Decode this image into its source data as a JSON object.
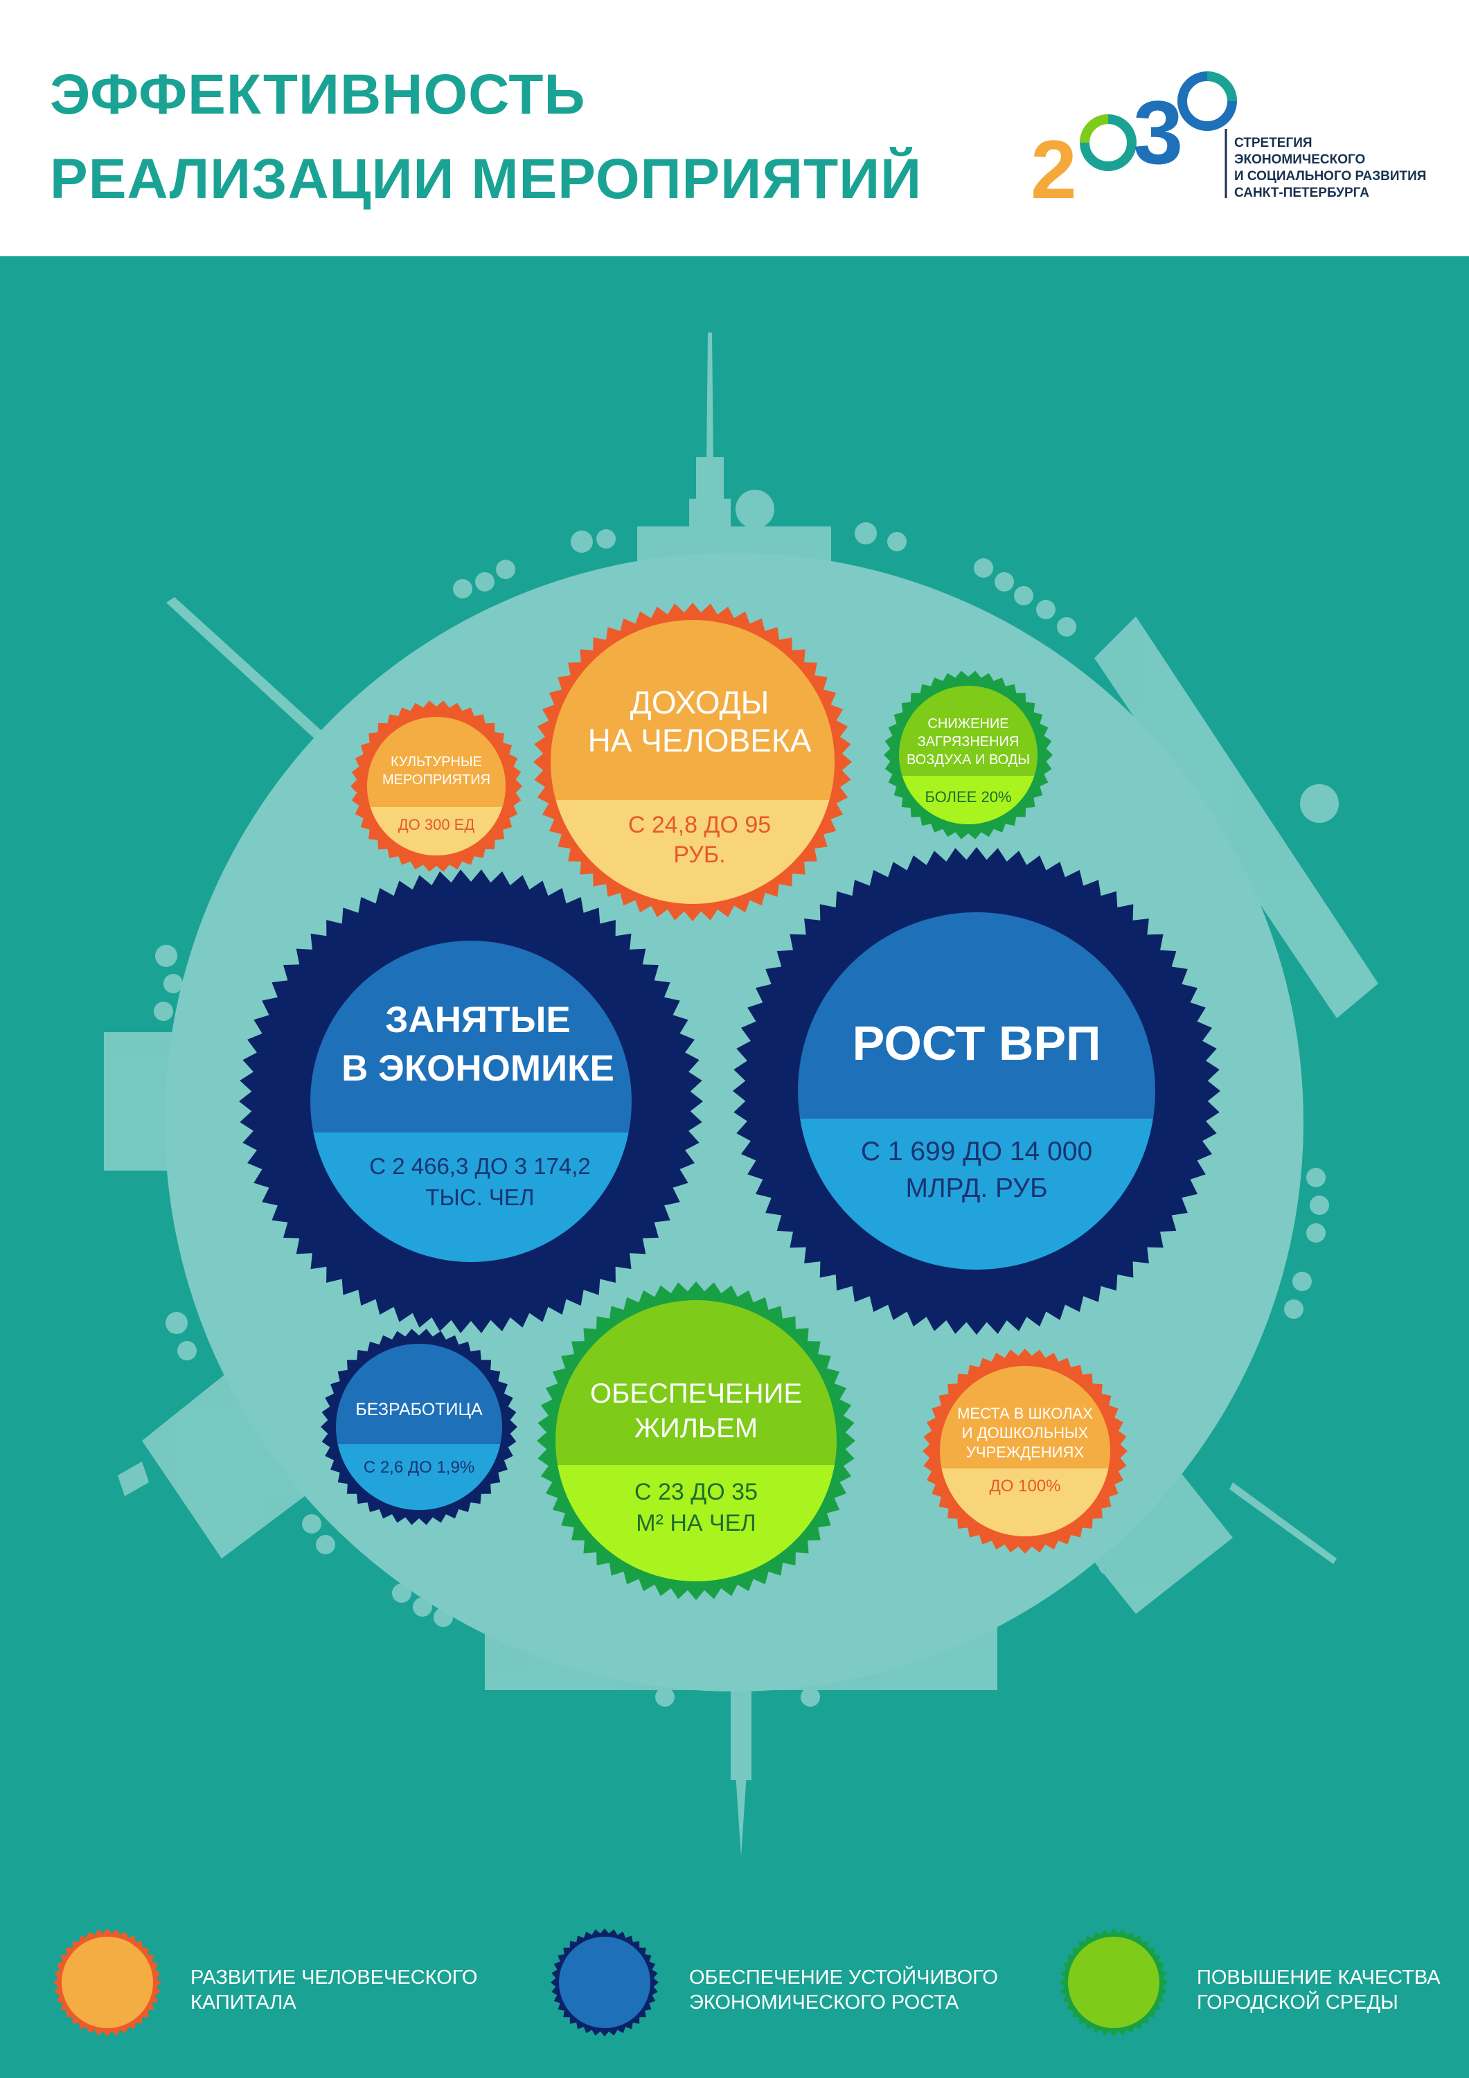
{
  "header": {
    "title_line1": "ЭФФЕКТИВНОСТЬ",
    "title_line2": "РЕАЛИЗАЦИИ МЕРОПРИЯТИЙ",
    "logo": {
      "year_digits": [
        "2",
        "0",
        "3",
        "0"
      ],
      "text_lines": [
        "СТРЕТЕГИЯ",
        "ЭКОНОМИЧЕСКОГО",
        "И СОЦИАЛЬНОГО РАЗВИТИЯ",
        "САНКТ-ПЕТЕРБУРГА"
      ]
    }
  },
  "gears": {
    "vrp": {
      "title": "РОСТ ВРП",
      "value_lines": [
        "С 1 699 ДО 14 000",
        "МЛРД. РУБ"
      ]
    },
    "employed": {
      "title_lines": [
        "ЗАНЯТЫЕ",
        "В ЭКОНОМИКЕ"
      ],
      "value_lines": [
        "С 2 466,3 ДО 3 174,2",
        "ТЫС. ЧЕЛ"
      ]
    },
    "income": {
      "title_lines": [
        "ДОХОДЫ",
        "НА ЧЕЛОВЕКА"
      ],
      "value_lines": [
        "С 24,8 ДО 95",
        "РУБ."
      ]
    },
    "culture": {
      "title_lines": [
        "КУЛЬТУРНЫЕ",
        "МЕРОПРИЯТИЯ"
      ],
      "value": "ДО 300 ЕД"
    },
    "pollution": {
      "title_lines": [
        "СНИЖЕНИЕ",
        "ЗАГРЯЗНЕНИЯ",
        "ВОЗДУХА И ВОДЫ"
      ],
      "value": "БОЛЕЕ 20%"
    },
    "housing": {
      "title_lines": [
        "ОБЕСПЕЧЕНИЕ",
        "ЖИЛЬЕМ"
      ],
      "value_lines": [
        "С 23 ДО 35",
        "М² НА ЧЕЛ"
      ]
    },
    "unemployment": {
      "title": "БЕЗРАБОТИЦА",
      "value": "С 2,6 ДО 1,9%"
    },
    "schools": {
      "title_lines": [
        "МЕСТА В ШКОЛАХ",
        "И ДОШКОЛЬНЫХ",
        "УЧРЕЖДЕНИЯХ"
      ],
      "value": "ДО 100%"
    }
  },
  "legend": [
    {
      "lines": [
        "РАЗВИТИЕ ЧЕЛОВЕЧЕСКОГО",
        "КАПИТАЛА"
      ],
      "fill": "#f4ad42",
      "ring": "#ee5b2b"
    },
    {
      "lines": [
        "ОБЕСПЕЧЕНИЕ УСТОЙЧИВОГО",
        "ЭКОНОМИЧЕСКОГО РОСТА"
      ],
      "fill": "#1e70b8",
      "ring": "#0c2266"
    },
    {
      "lines": [
        "ПОВЫШЕНИЕ КАЧЕСТВА",
        "ГОРОДСКОЙ СРЕДЫ"
      ],
      "fill": "#7ecb19",
      "ring": "#19a045"
    }
  ],
  "colors": {
    "teal_bg": "#1aa394",
    "planet": "#7dcbc4",
    "title": "#1aa394",
    "orange_ring": "#ee5b2b",
    "orange_top": "#f4ad42",
    "orange_bottom": "#f9d57a",
    "navy_ring": "#0c2266",
    "blue_top": "#1e70b8",
    "blue_bottom": "#22a3dc",
    "green_ring": "#19a045",
    "green_top": "#7ecb19",
    "green_bottom": "#a9f31e",
    "orange_text": "#e55a2a",
    "navy_text": "#1a3470",
    "green_text": "#1d6e2d"
  }
}
